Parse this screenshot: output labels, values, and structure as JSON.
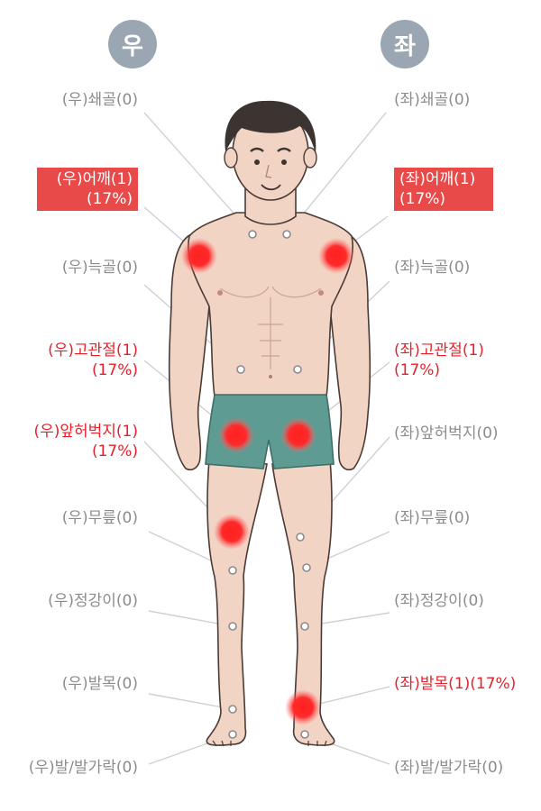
{
  "sides": {
    "right": "우",
    "left": "좌"
  },
  "labels": {
    "r_clavicle": {
      "text": "(우)쇄골(0)",
      "count": 0
    },
    "l_clavicle": {
      "text": "(좌)쇄골(0)",
      "count": 0
    },
    "r_shoulder": {
      "text": "(우)어깨(1)",
      "pct": "(17%)",
      "count": 1
    },
    "l_shoulder": {
      "text": "(좌)어깨(1)",
      "pct": "(17%)",
      "count": 1
    },
    "r_rib": {
      "text": "(우)늑골(0)",
      "count": 0
    },
    "l_rib": {
      "text": "(좌)늑골(0)",
      "count": 0
    },
    "r_hip": {
      "text": "(우)고관절(1)",
      "pct": "(17%)",
      "count": 1
    },
    "l_hip": {
      "text": "(좌)고관절(1)",
      "pct": "(17%)",
      "count": 1
    },
    "r_thigh": {
      "text": "(우)앞허벅지(1)",
      "pct": "(17%)",
      "count": 1
    },
    "l_thigh": {
      "text": "(좌)앞허벅지(0)",
      "count": 0
    },
    "r_knee": {
      "text": "(우)무릎(0)",
      "count": 0
    },
    "l_knee": {
      "text": "(좌)무릎(0)",
      "count": 0
    },
    "r_shin": {
      "text": "(우)정강이(0)",
      "count": 0
    },
    "l_shin": {
      "text": "(좌)정강이(0)",
      "count": 0
    },
    "r_ankle": {
      "text": "(우)발목(0)",
      "count": 0
    },
    "l_ankle": {
      "text": "(좌)발목(1)(17%)",
      "count": 1
    },
    "r_foot": {
      "text": "(우)발/발가락(0)",
      "count": 0
    },
    "l_foot": {
      "text": "(좌)발/발가락(0)",
      "count": 0
    }
  },
  "colors": {
    "skin": "#f2d4c4",
    "skin_outline": "#4a3b36",
    "hair": "#3b3431",
    "shorts": "#5e9c93",
    "badge": "#9aa7b3",
    "active_text": "#e8202a",
    "active_box": "#e84a4a",
    "inactive_text": "#8c8c8c",
    "hotspot": "#ff2a2a"
  }
}
